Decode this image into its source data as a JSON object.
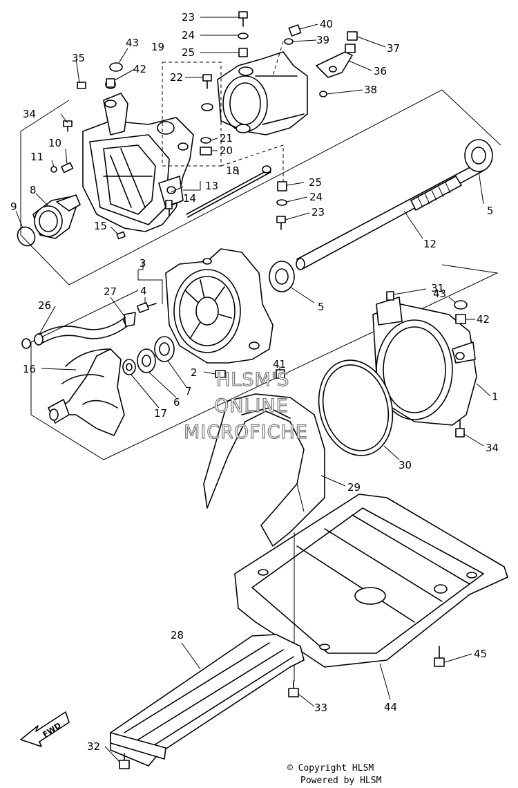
{
  "labels": {
    "p1": "1",
    "p2": "2",
    "p3": "3",
    "p4": "4",
    "p5a": "5",
    "p5b": "5",
    "p6": "6",
    "p7": "7",
    "p8": "8",
    "p9": "9",
    "p10": "10",
    "p11": "11",
    "p12": "12",
    "p13": "13",
    "p14": "14",
    "p15": "15",
    "p16": "16",
    "p17": "17",
    "p18": "18",
    "p19": "19",
    "p20": "20",
    "p21": "21",
    "p22": "22",
    "p23a": "23",
    "p23b": "23",
    "p24a": "24",
    "p24b": "24",
    "p25a": "25",
    "p25b": "25",
    "p26": "26",
    "p27": "27",
    "p28": "28",
    "p29": "29",
    "p30": "30",
    "p31": "31",
    "p32": "32",
    "p33": "33",
    "p34a": "34",
    "p34b": "34",
    "p35": "35",
    "p36": "36",
    "p37": "37",
    "p38": "38",
    "p39": "39",
    "p40": "40",
    "p41": "41",
    "p42a": "42",
    "p42b": "42",
    "p43a": "43",
    "p43b": "43",
    "p44": "44",
    "p45": "45"
  },
  "watermark": {
    "line1": "HLSM'S",
    "line2": "ONLINE",
    "line3": "MICROFICHE"
  },
  "fwd_arrow": "FWD",
  "copyright": {
    "line1": "© Copyright HLSM",
    "line2": "Powered by HLSM"
  }
}
